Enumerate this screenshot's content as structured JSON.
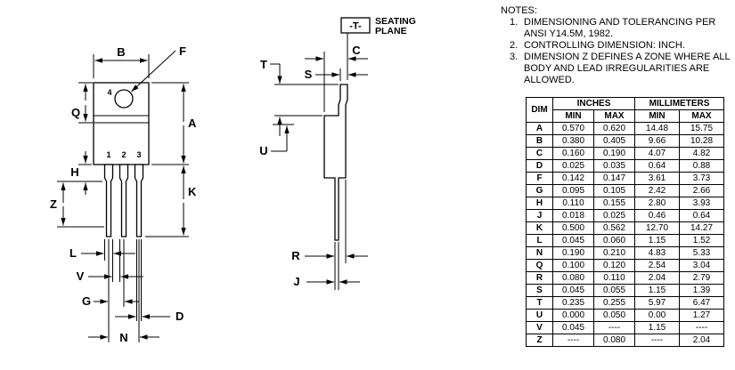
{
  "notes": {
    "heading": "NOTES:",
    "items": [
      "DIMENSIONING AND TOLERANCING PER ANSI Y14.5M, 1982.",
      "CONTROLLING DIMENSION: INCH.",
      "DIMENSION Z DEFINES A ZONE WHERE ALL BODY AND LEAD IRREGULARITIES ARE ALLOWED."
    ]
  },
  "table": {
    "dim_header": "DIM",
    "group_headers": [
      "INCHES",
      "MILLIMETERS"
    ],
    "sub_headers": [
      "MIN",
      "MAX",
      "MIN",
      "MAX"
    ],
    "rows": [
      [
        "A",
        "0.570",
        "0.620",
        "14.48",
        "15.75"
      ],
      [
        "B",
        "0.380",
        "0.405",
        "9.66",
        "10.28"
      ],
      [
        "C",
        "0.160",
        "0.190",
        "4.07",
        "4.82"
      ],
      [
        "D",
        "0.025",
        "0.035",
        "0.64",
        "0.88"
      ],
      [
        "F",
        "0.142",
        "0.147",
        "3.61",
        "3.73"
      ],
      [
        "G",
        "0.095",
        "0.105",
        "2.42",
        "2.66"
      ],
      [
        "H",
        "0.110",
        "0.155",
        "2.80",
        "3.93"
      ],
      [
        "J",
        "0.018",
        "0.025",
        "0.46",
        "0.64"
      ],
      [
        "K",
        "0.500",
        "0.562",
        "12.70",
        "14.27"
      ],
      [
        "L",
        "0.045",
        "0.060",
        "1.15",
        "1.52"
      ],
      [
        "N",
        "0.190",
        "0.210",
        "4.83",
        "5.33"
      ],
      [
        "Q",
        "0.100",
        "0.120",
        "2.54",
        "3.04"
      ],
      [
        "R",
        "0.080",
        "0.110",
        "2.04",
        "2.79"
      ],
      [
        "S",
        "0.045",
        "0.055",
        "1.15",
        "1.39"
      ],
      [
        "T",
        "0.235",
        "0.255",
        "5.97",
        "6.47"
      ],
      [
        "U",
        "0.000",
        "0.050",
        "0.00",
        "1.27"
      ],
      [
        "V",
        "0.045",
        "----",
        "1.15",
        "----"
      ],
      [
        "Z",
        "----",
        "0.080",
        "----",
        "2.04"
      ]
    ]
  },
  "drawing": {
    "front_view": {
      "dims": {
        "A": "A",
        "B": "B",
        "D": "D",
        "F": "F",
        "G": "G",
        "H": "H",
        "K": "K",
        "L": "L",
        "N": "N",
        "Q": "Q",
        "V": "V",
        "Z": "Z"
      },
      "pins": [
        "1",
        "2",
        "3",
        "4"
      ]
    },
    "side_view": {
      "dims": {
        "C": "C",
        "J": "J",
        "R": "R",
        "S": "S",
        "T": "T",
        "U": "U"
      },
      "datum": "-T-",
      "seating_plane": [
        "SEATING",
        "PLANE"
      ]
    }
  },
  "colors": {
    "line": "#000000",
    "background": "#ffffff"
  }
}
